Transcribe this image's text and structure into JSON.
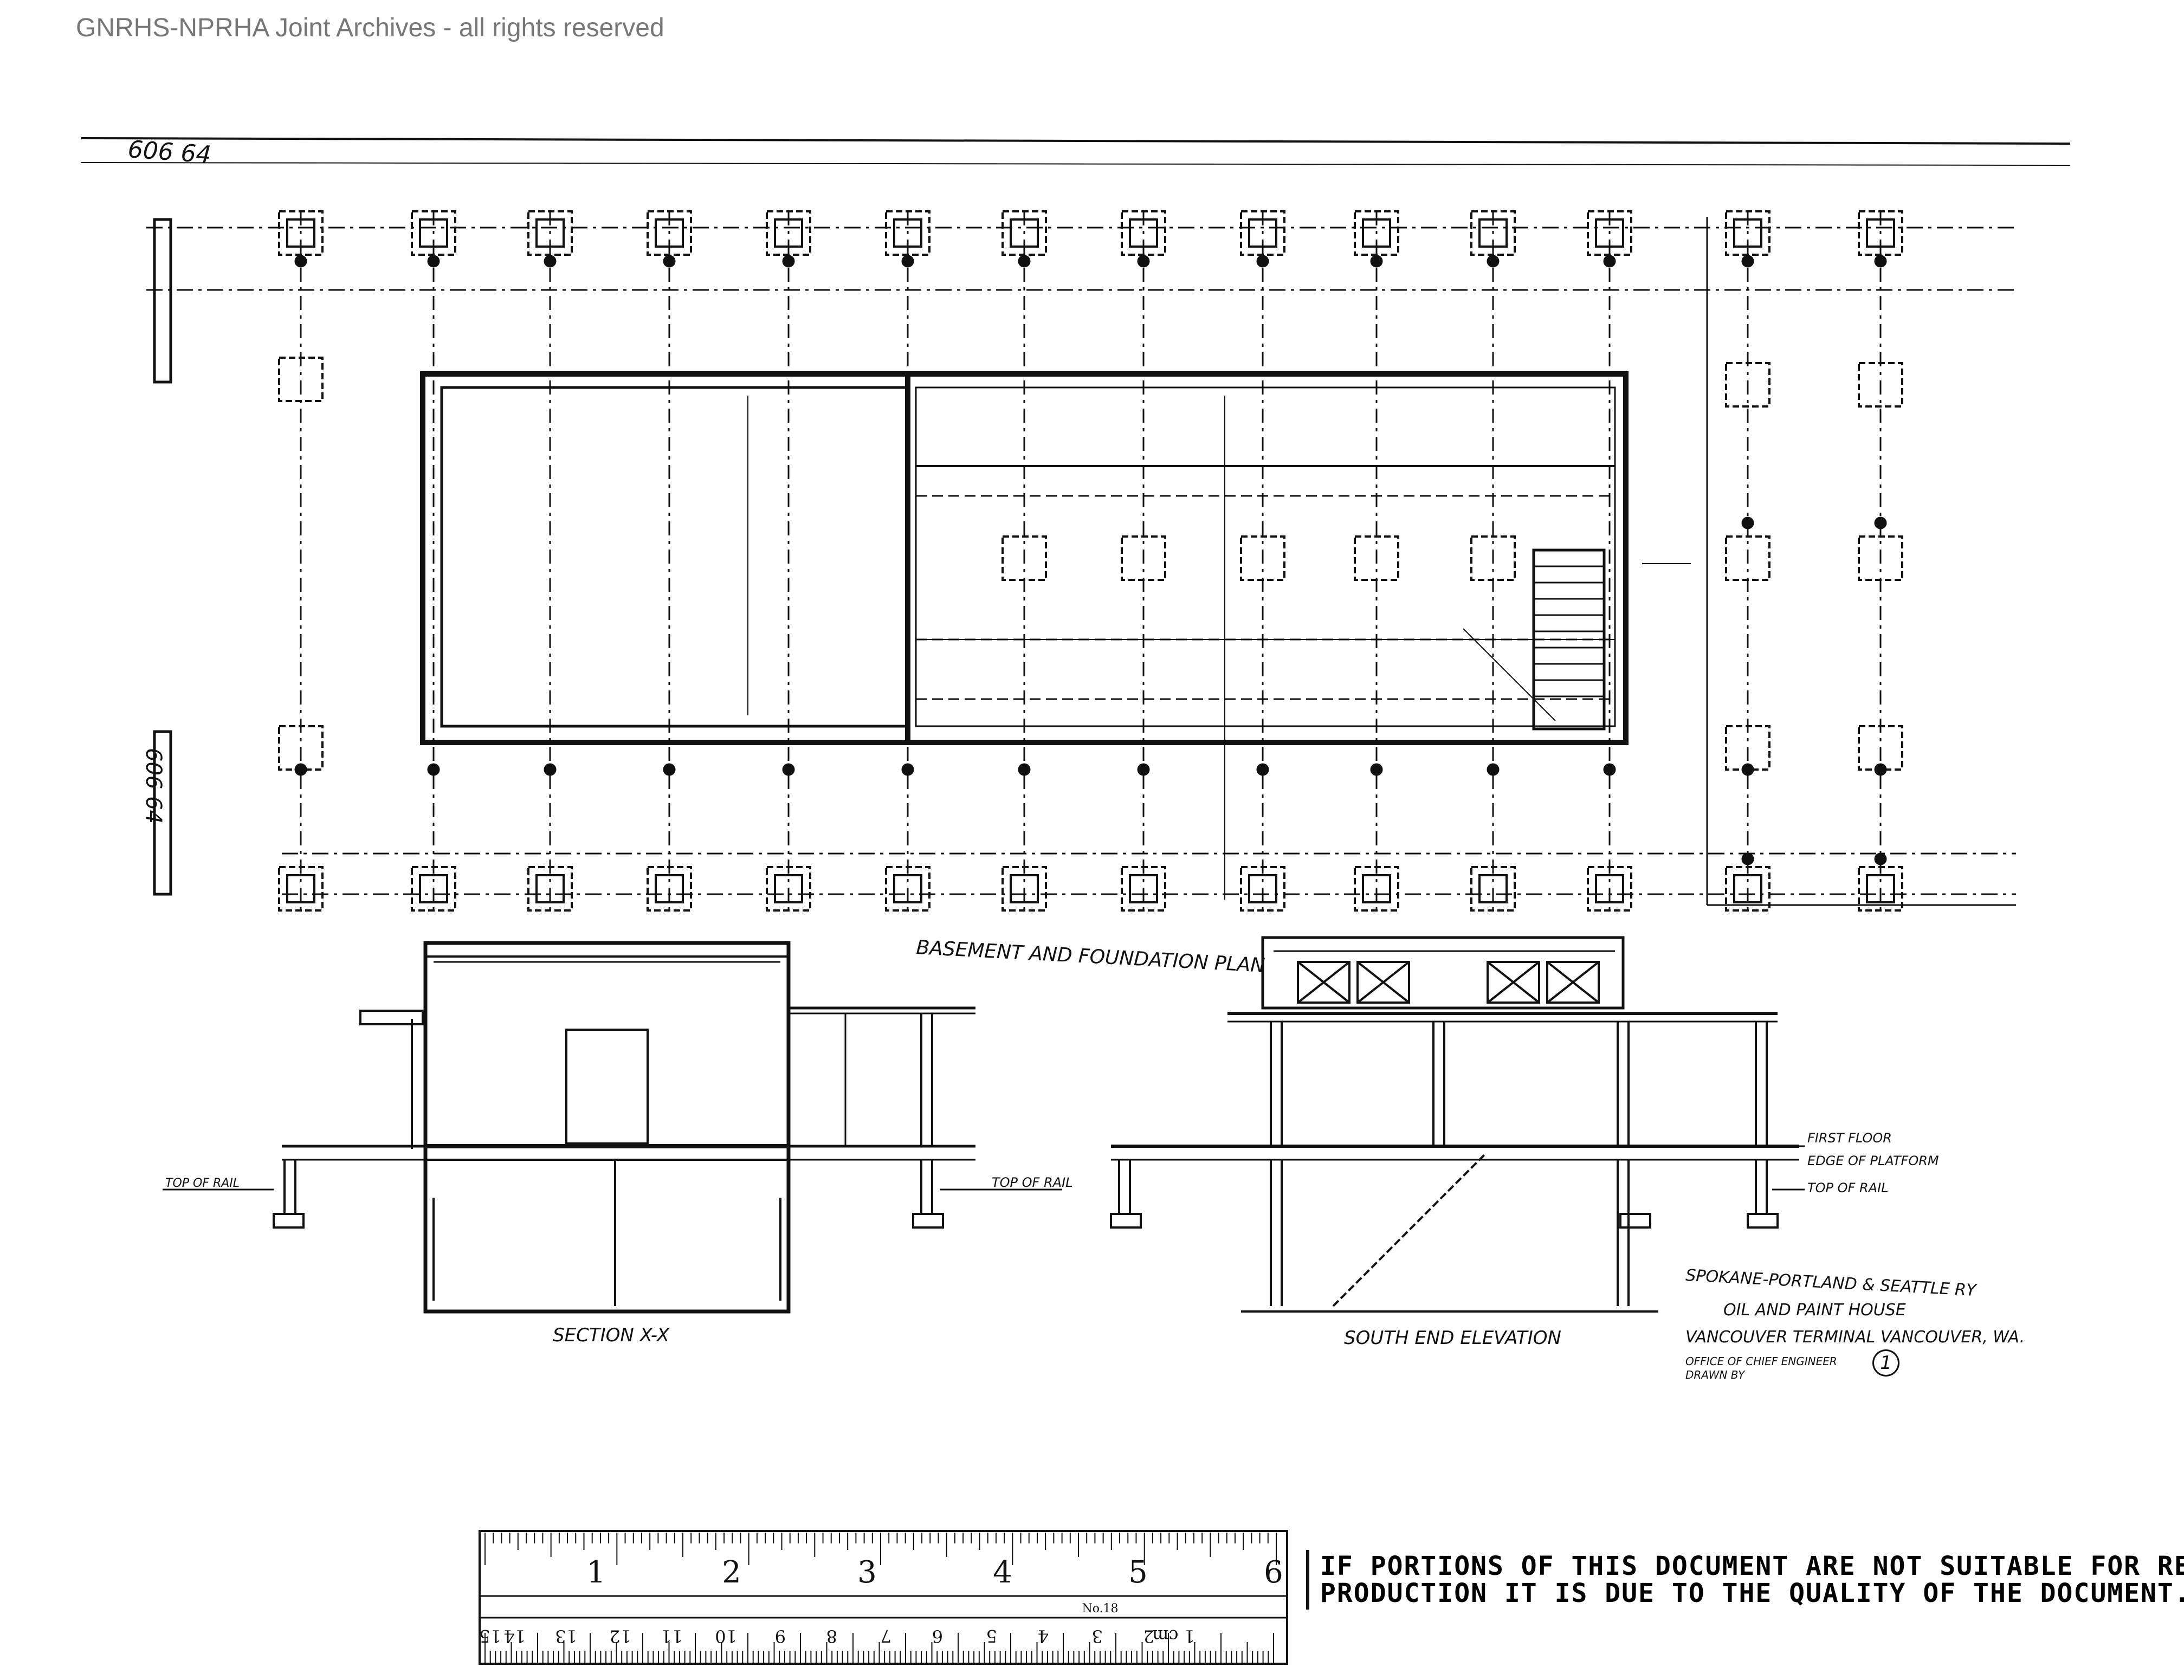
{
  "watermark": "GNRHS-NPRHA Joint Archives - all rights reserved",
  "corner_note": "606 64",
  "plan_title": "BASEMENT AND FOUNDATION PLAN",
  "section_label": "SECTION X-X",
  "elevation_label": "SOUTH END ELEVATION",
  "labels": {
    "top_of_rail_left": "TOP OF RAIL",
    "top_of_rail_mid": "TOP OF RAIL",
    "top_of_rail_right": "TOP OF RAIL",
    "first_floor": "FIRST FLOOR",
    "edge_of_platform": "EDGE OF PLATFORM"
  },
  "title_block": {
    "line1": "SPOKANE-PORTLAND & SEATTLE RY",
    "line2": "OIL AND PAINT HOUSE",
    "line3": "VANCOUVER TERMINAL  VANCOUVER, WA.",
    "line4": "OFFICE OF CHIEF ENGINEER",
    "line5": "DRAWN BY",
    "sheet": "1"
  },
  "ruler": {
    "inch_numbers": [
      "1",
      "2",
      "3",
      "4",
      "5",
      "6"
    ],
    "cm_numbers": [
      "1 cm",
      "2",
      "3",
      "4",
      "5",
      "6",
      "7",
      "8",
      "9",
      "10",
      "11",
      "12",
      "13",
      "14",
      "15"
    ],
    "model": "No.18"
  },
  "notice": {
    "line1": "IF PORTIONS OF THIS DOCUMENT ARE NOT SUITABLE FOR RE-",
    "line2": "PRODUCTION IT IS DUE TO THE QUALITY OF THE DOCUMENT."
  }
}
